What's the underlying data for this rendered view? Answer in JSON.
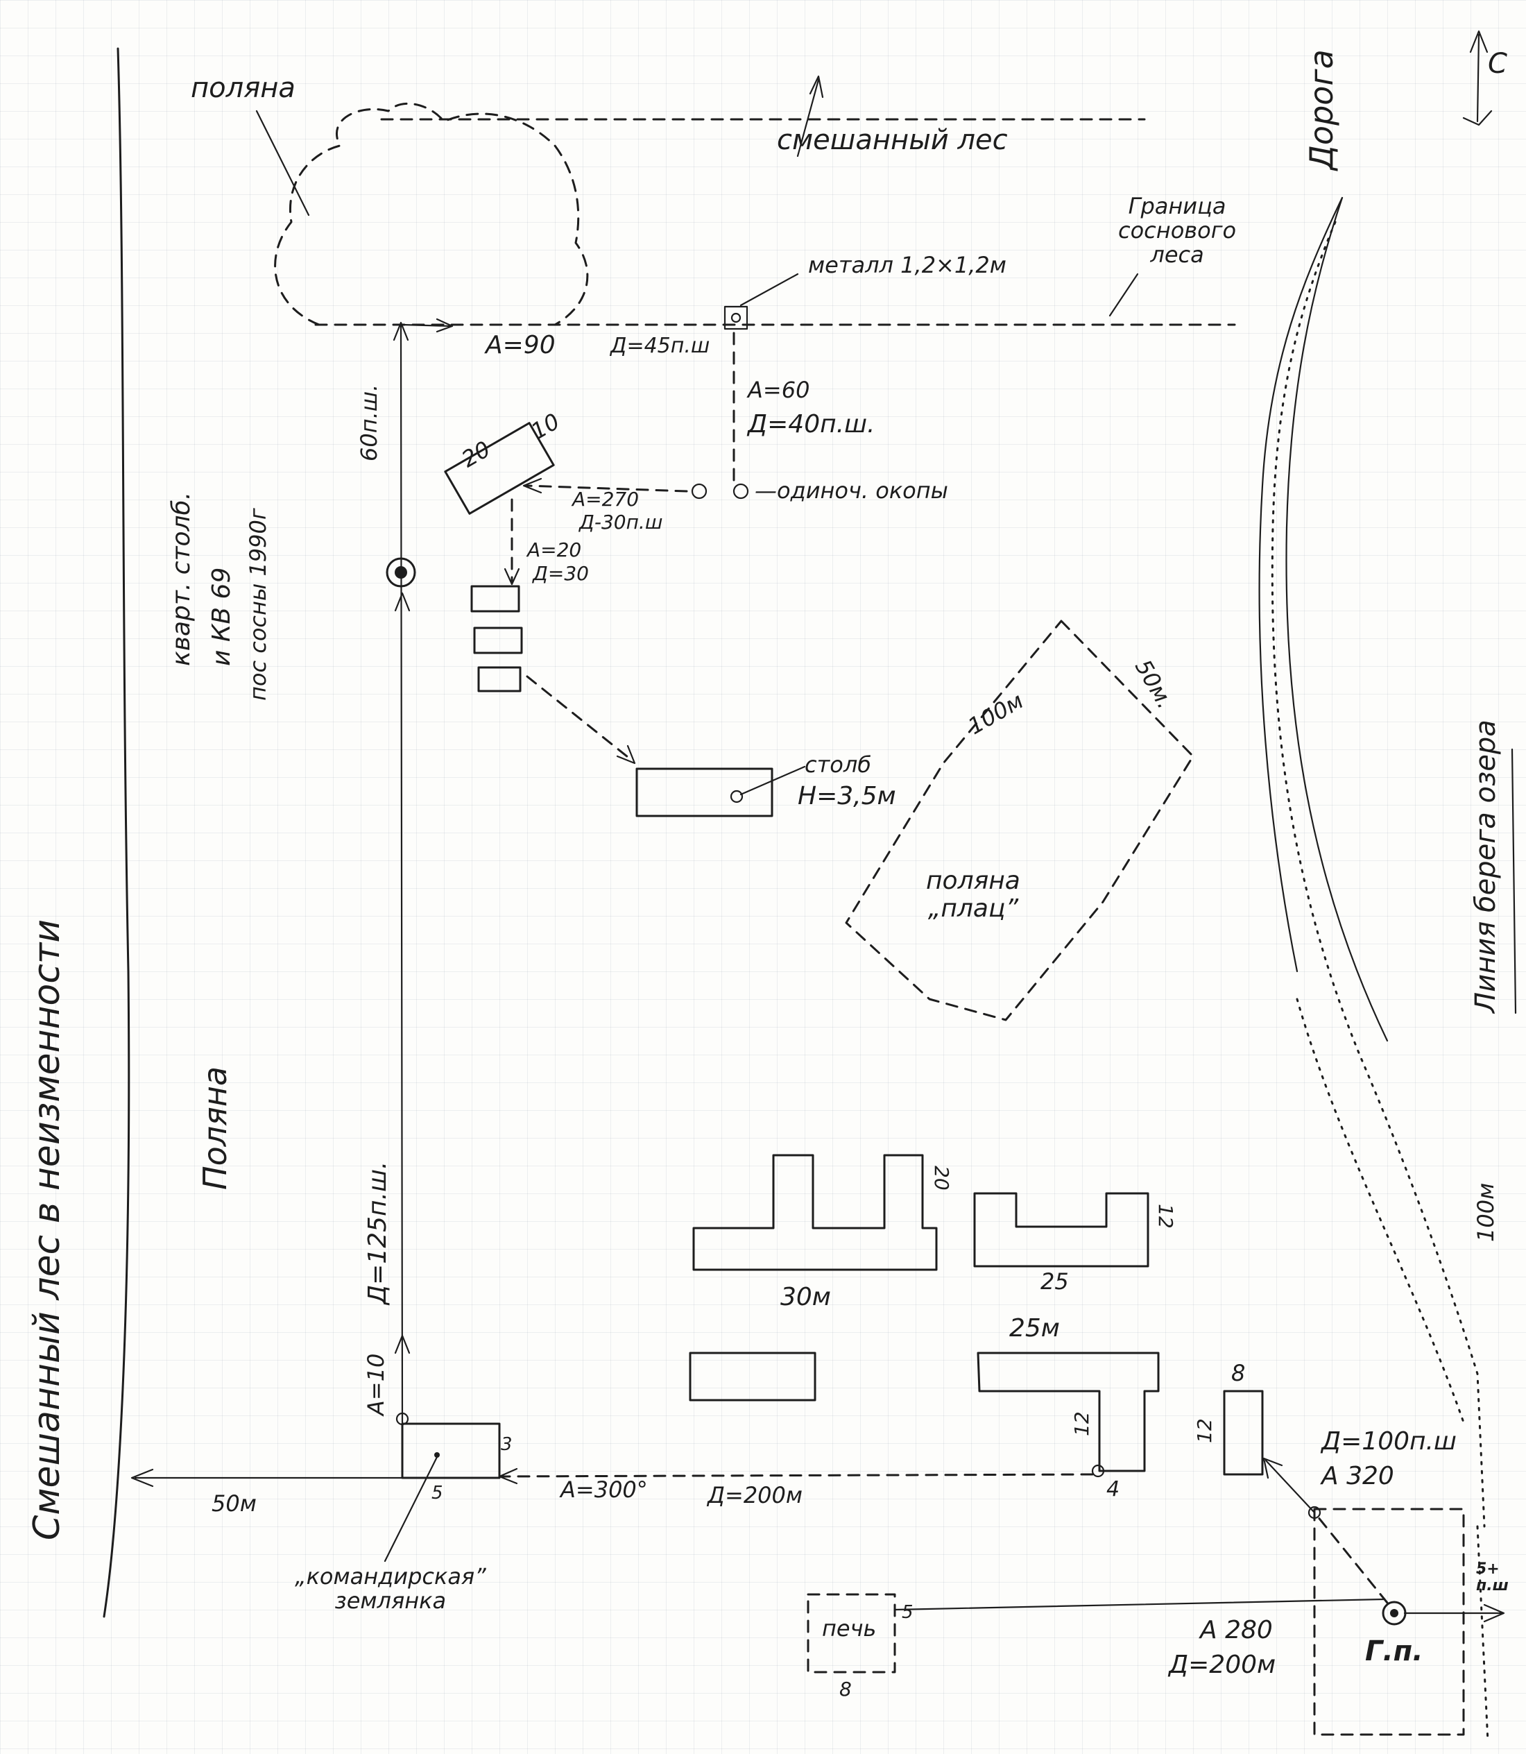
{
  "labels": {
    "polyana_top": "поляна",
    "mixed_forest_top": "смешанный лес",
    "road": "Дорога",
    "north": "С",
    "pine_border": "Граница\nсоснового\nлеса",
    "metal": "металл 1,2×1,2м",
    "a90": "А=90",
    "d45": "Д=45п.ш",
    "a60": "А=60",
    "d40": "Д=40п.ш.",
    "trenches": "—одиноч. окопы",
    "a270": "А=270",
    "d30a": "Д-30п.ш",
    "a20": "А=20",
    "d30b": "Д=30",
    "dim20": "20",
    "dim10": "10",
    "pillar": "столб",
    "h35": "Н=3,5м",
    "dist100m": "100м",
    "dist50m": "50м.",
    "polyana_plats": "поляна\n„плац”",
    "line_lake": "Линия берега озера",
    "dist100m_right": "100м",
    "quarter_pillar": "кварт. столб.",
    "kv69": "и КВ 69",
    "pines_1990": "пос сосны 1990г",
    "sixty": "60п.ш.",
    "d125": "Д=125п.ш.",
    "a10": "А=10",
    "polyana_left": "Поляна",
    "mixed_forest_left": "Смешанный лес в неизменности",
    "b1_w": "30м",
    "b1_h": "20",
    "b2_w": "25",
    "b2_h": "12",
    "b3_w": "25м",
    "b3_h": "12",
    "b3_4": "4",
    "b4_w": "8",
    "b4_h": "12",
    "d100": "Д=100п.ш",
    "a320": "А 320",
    "dugout_3": "3",
    "dugout_5": "5",
    "arrow_50m": "50м",
    "a300": "А=300°",
    "d200a": "Д=200м",
    "commander_dugout": "„командирская”\nземлянка",
    "stove": "печь",
    "stove_5": "5",
    "stove_8": "8",
    "a280": "А 280",
    "d200b": "Д=200м",
    "gp": "Г.п.",
    "five_plus": "5+\nп.ш"
  }
}
